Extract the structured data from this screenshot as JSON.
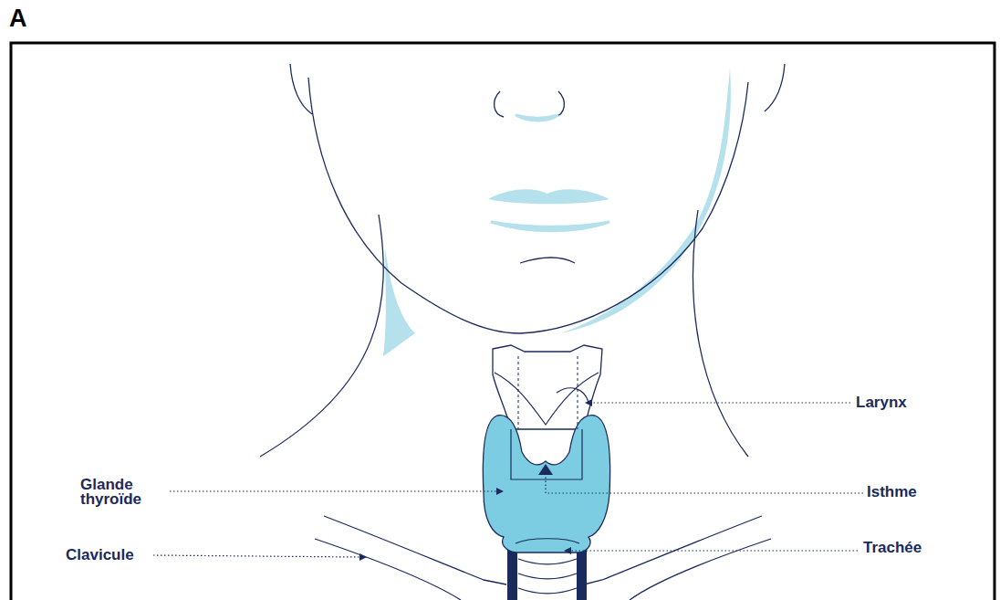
{
  "diagram": {
    "labels": [
      "A",
      "Larynx",
      "Glande thyroïde",
      "Isthme",
      "Clavicule",
      "Trachée"
    ]
  }
}
